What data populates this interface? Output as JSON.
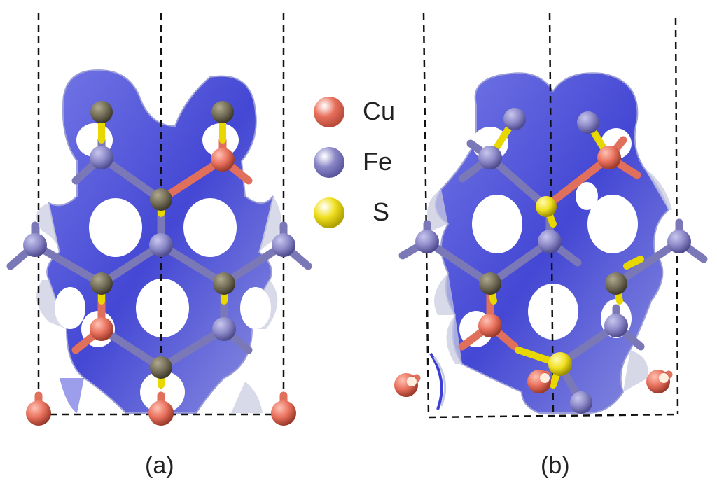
{
  "legend": {
    "items": [
      {
        "label": "Cu",
        "color": "#e8705c",
        "shadow": "#b84a3a"
      },
      {
        "label": "Fe",
        "color": "#8c89c8",
        "shadow": "#5a57a0"
      },
      {
        "label": "S",
        "color": "#f0e020",
        "shadow": "#b0a000"
      }
    ]
  },
  "panels": [
    {
      "label": "(a)"
    },
    {
      "label": "(b)"
    }
  ],
  "colors": {
    "isosurface": "#3b3fd8",
    "isosurface_light": "#c8cbe0",
    "bond_fe": "#7b78b8",
    "bond_s": "#e8d800",
    "bond_cu": "#e0705c",
    "cell_border": "#111111"
  }
}
